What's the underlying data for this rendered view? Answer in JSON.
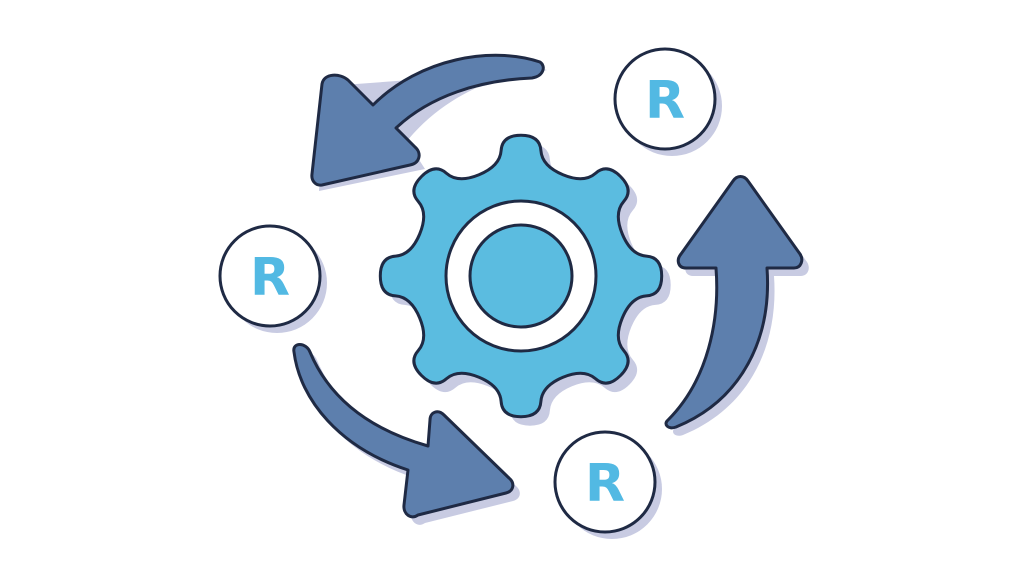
{
  "colors": {
    "background": "#ffffff",
    "gear_fill": "#5bbce0",
    "arrow_fill": "#5d7fad",
    "outline": "#1f2a44",
    "shadow": "#c8cbe2",
    "badge_fill": "#ffffff",
    "badge_letter": "#52b9e3"
  },
  "badges": {
    "top_right": {
      "letter": "R"
    },
    "left": {
      "letter": "R"
    },
    "bottom_right": {
      "letter": "R"
    }
  },
  "icons": {
    "center": "gear-icon",
    "arrows": [
      "curved-arrow-top-left",
      "curved-arrow-bottom-left",
      "curved-arrow-right-up"
    ],
    "badge": "registered-r-badge"
  }
}
